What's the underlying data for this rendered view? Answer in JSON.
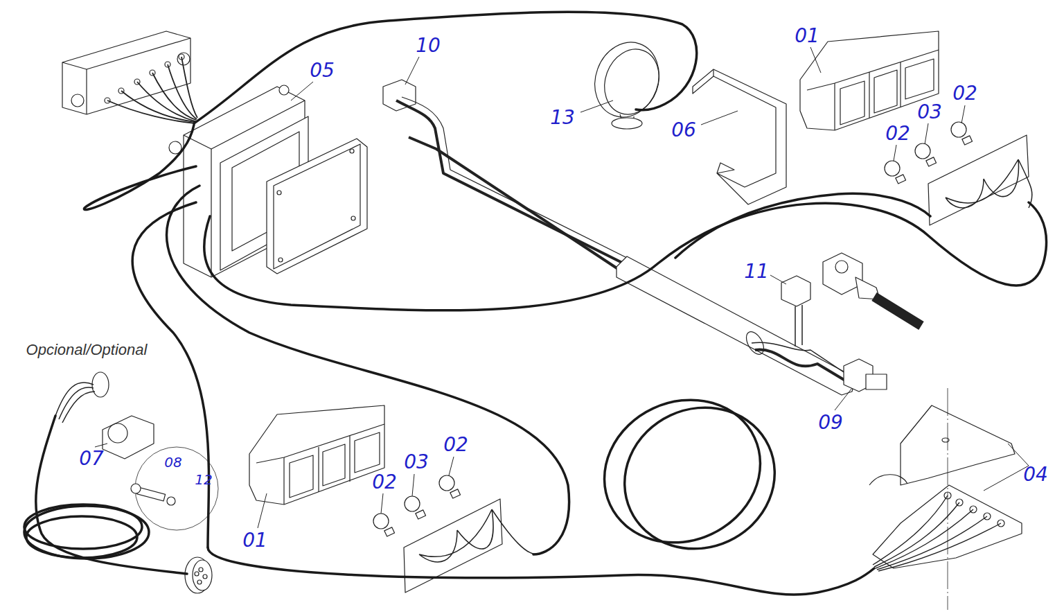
{
  "diagram": {
    "labels": [
      "01",
      "10",
      "05",
      "02",
      "03",
      "13",
      "06",
      "02",
      "11",
      "Opcional/Optional",
      "09",
      "02",
      "07",
      "03",
      "08",
      "04",
      "12",
      "02",
      "01"
    ]
  }
}
